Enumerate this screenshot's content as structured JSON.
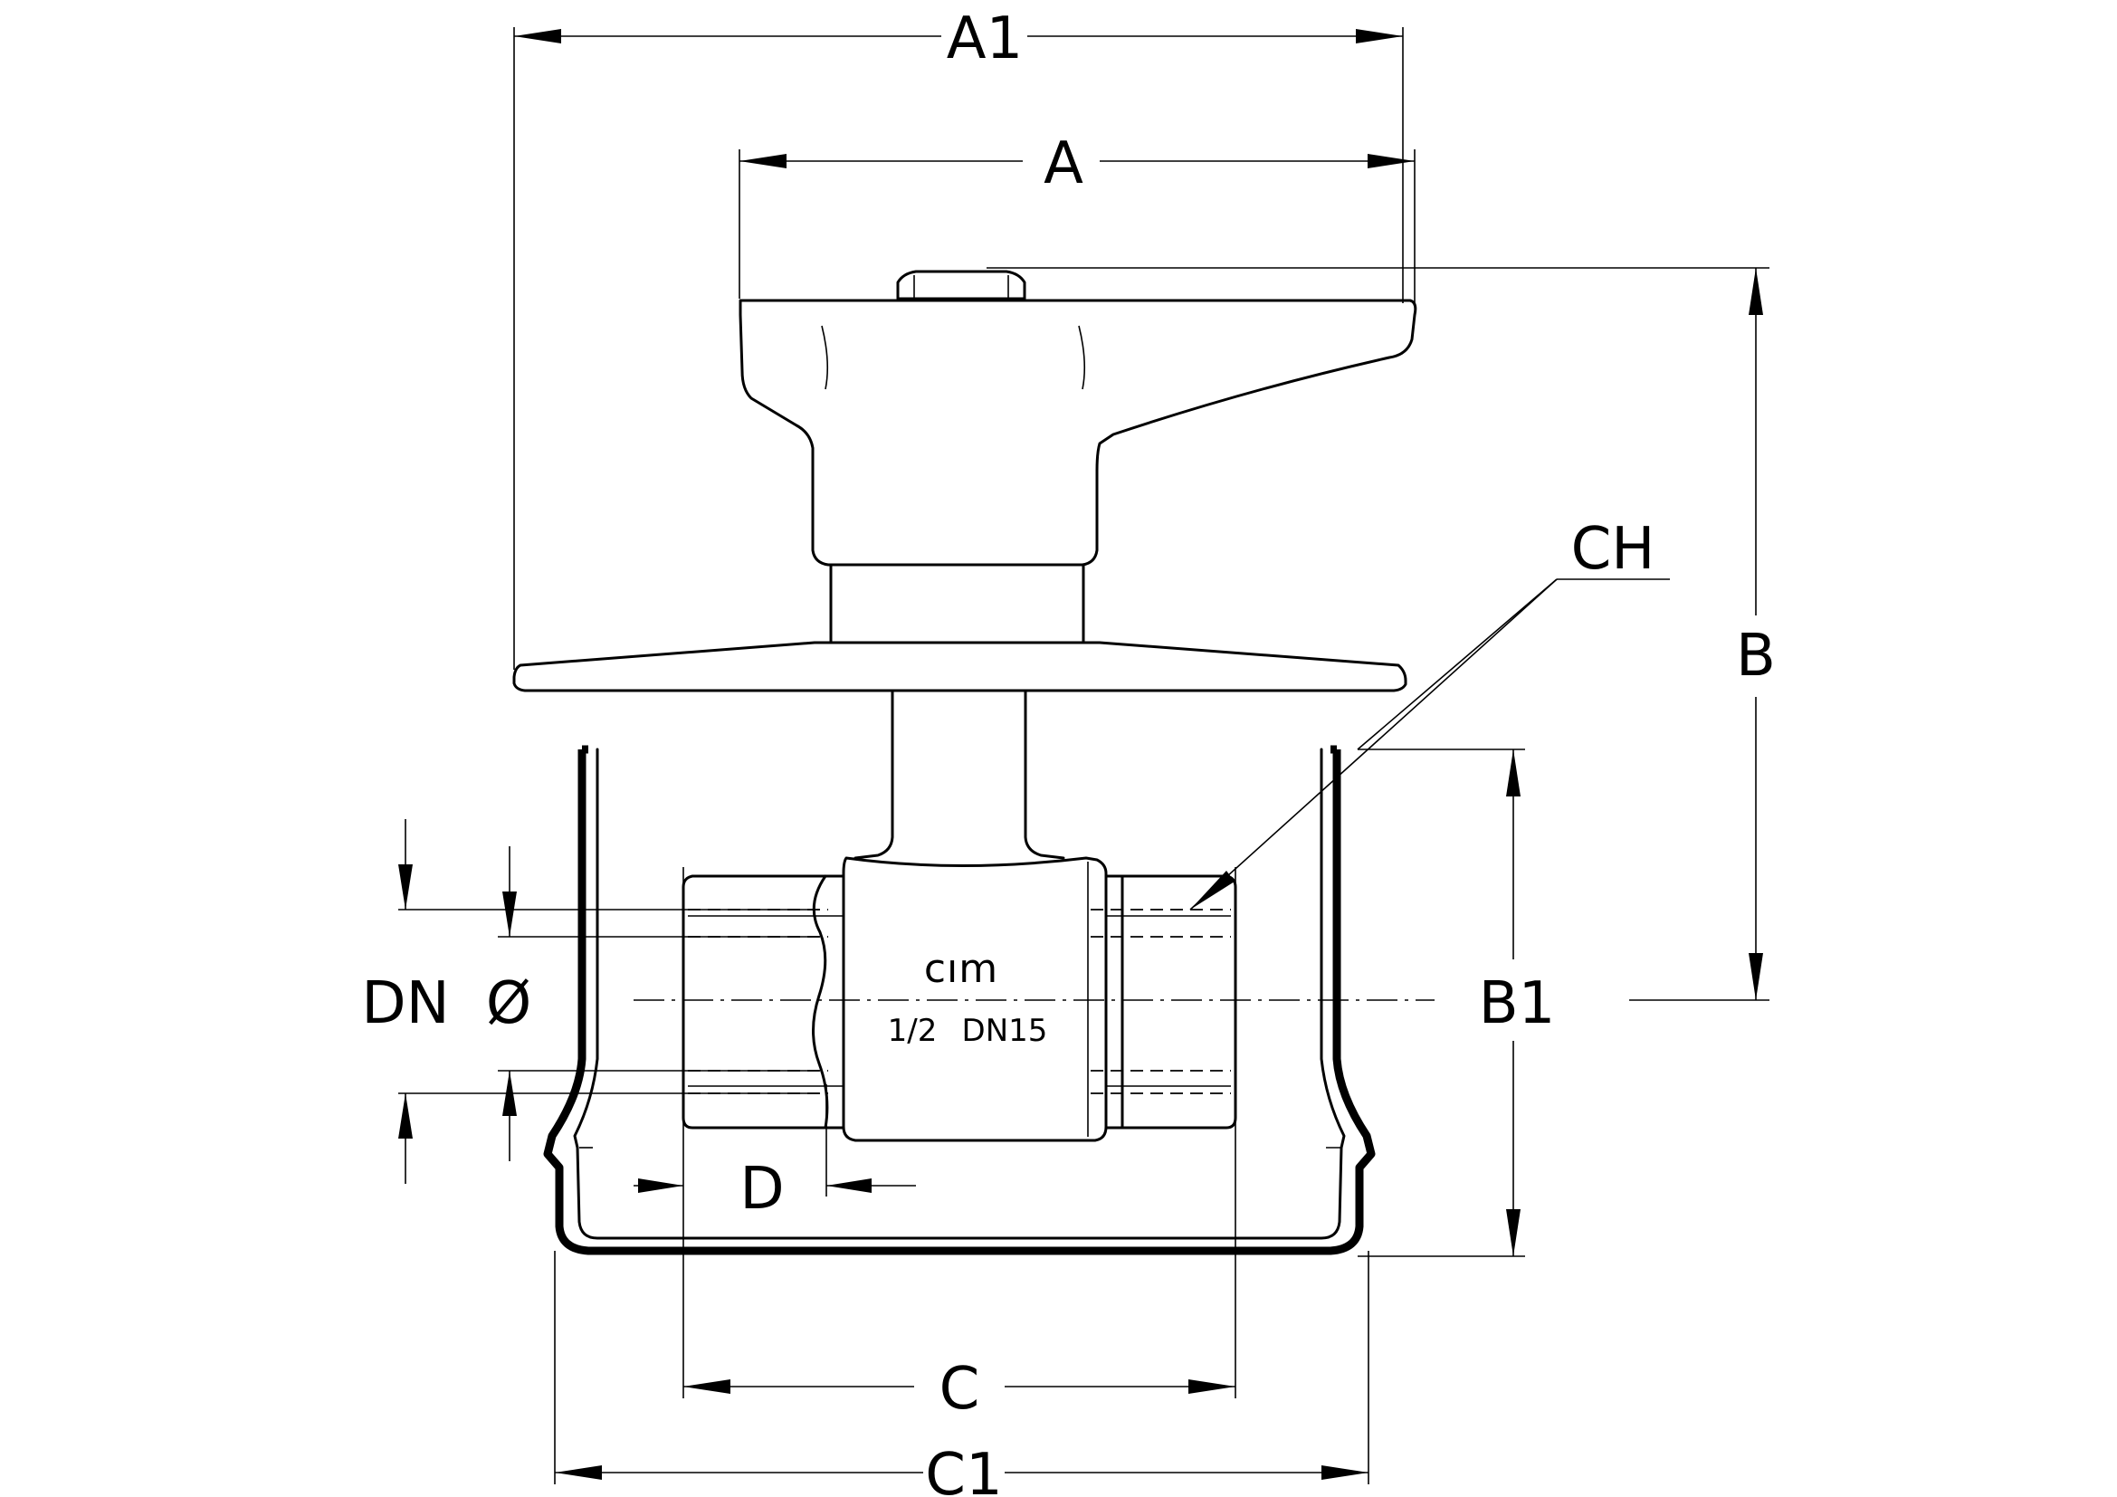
{
  "dimensions": {
    "a1": "A1",
    "a": "A",
    "b": "B",
    "b1": "B1",
    "ch": "CH",
    "dn": "DN",
    "dia": "Ø",
    "d": "D",
    "c": "C",
    "c1": "C1"
  },
  "body_marking": {
    "logo": "cım",
    "size_inch": "1/2",
    "size_dn": "DN15"
  }
}
